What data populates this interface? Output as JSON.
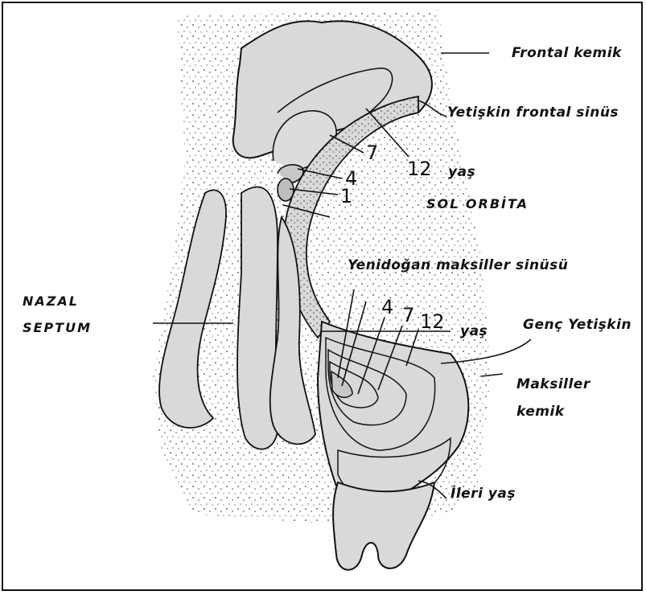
{
  "labels": {
    "frontal_kemik": "Frontal kemik",
    "yetiskin_frontal_sinus": "Yetişkin frontal sinüs",
    "age_7": "7",
    "age_4_upper": "4",
    "age_12_upper": "12",
    "yas_upper": "yaş",
    "age_1": "1",
    "sol_orbita": "SOL ORBİTA",
    "yenidogan_maksiller": "Yenidoğan maksiller sinüsü",
    "nazal": "NAZAL",
    "septum": "SEPTUM",
    "age_4_lower": "4",
    "age_7_lower": "7",
    "age_12_lower": "12",
    "yas_lower": "yaş",
    "genc_yetiskin": "Genç Yetişkin",
    "maksiller": "Maksiller",
    "kemik": "kemik",
    "ileri_yas": "İleri yaş"
  },
  "colors": {
    "bone_fill": "#d9d9d9",
    "ink": "#111111",
    "stipple": "#6e6e6e",
    "background": "#ffffff"
  }
}
